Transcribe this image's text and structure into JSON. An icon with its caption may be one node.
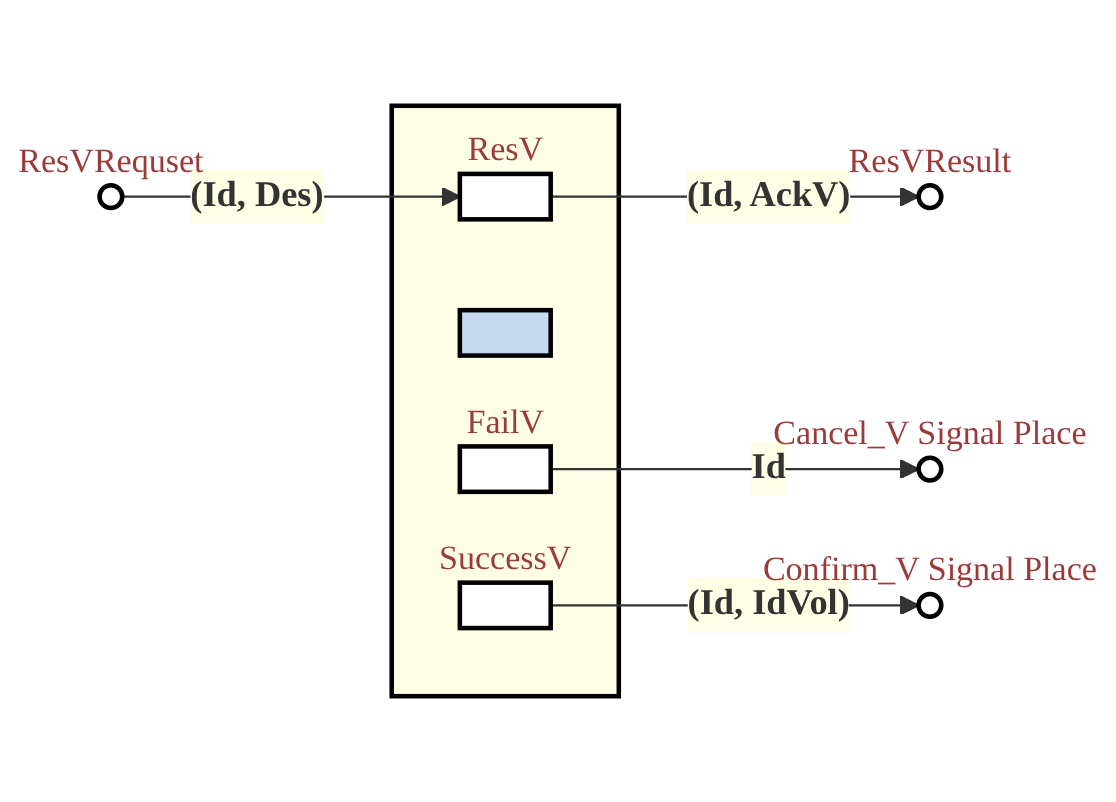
{
  "diagram": {
    "nodes": [
      {
        "text": [],
        "shape": "box"
      },
      {
        "text": [],
        "shape": "circle",
        "beside": [
          "ResVRequset"
        ]
      },
      {
        "text": [],
        "shape": "circle",
        "beside": [
          "ResVResult"
        ]
      },
      {
        "text": [],
        "shape": "box",
        "in": 0,
        "beside": [
          "ResV"
        ]
      },
      {
        "text": [],
        "shape": "box",
        "in": 0
      },
      {
        "text": [],
        "shape": "box",
        "in": 0,
        "beside": [
          "FailV"
        ]
      },
      {
        "text": [],
        "shape": "box",
        "in": 0,
        "beside": [
          "SuccessV"
        ]
      },
      {
        "text": [],
        "shape": "circle",
        "beside": [
          "Cancel_V Signal Place"
        ]
      },
      {
        "text": [],
        "shape": "circle",
        "beside": [
          "Confirm_V Signal Place"
        ]
      }
    ],
    "edges": [
      {
        "from": 1,
        "to": 3,
        "arrow": "to",
        "label": "(Id, Des)"
      },
      {
        "from": 3,
        "to": 2,
        "arrow": "to",
        "label": "(Id, AckV)"
      },
      {
        "from": 5,
        "to": 7,
        "arrow": "to",
        "label": "Id"
      },
      {
        "from": 6,
        "to": 8,
        "arrow": "to",
        "label": "(Id, IdVol)"
      }
    ]
  }
}
